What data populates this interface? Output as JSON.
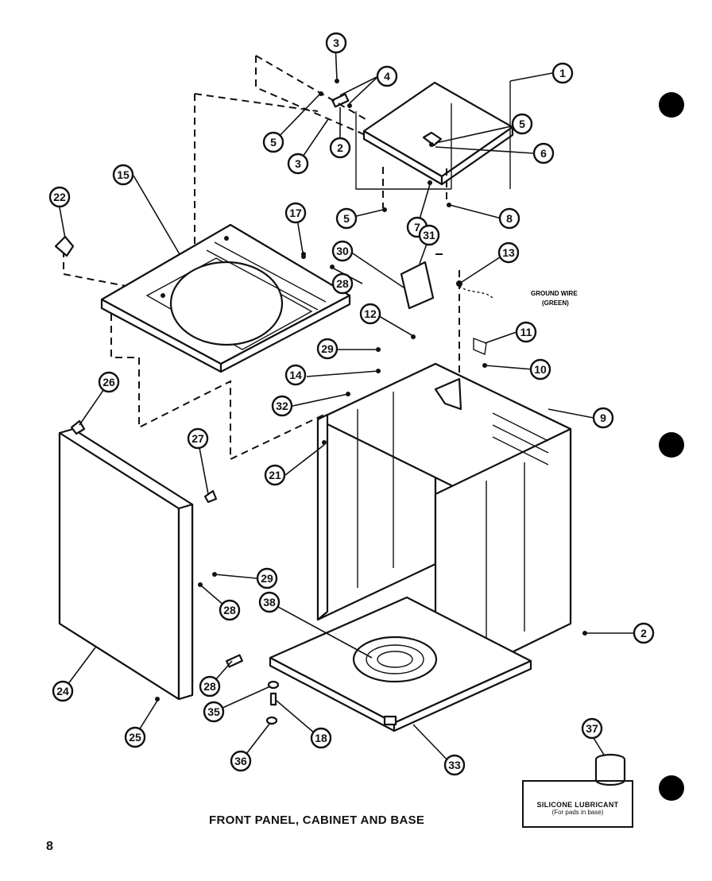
{
  "caption": "FRONT PANEL, CABINET AND BASE",
  "page_number": "8",
  "ground_wire_label": "GROUND WIRE",
  "ground_wire_color": "(GREEN)",
  "lubricant_label": "SILICONE LUBRICANT",
  "lubricant_note": "(For pads in base)",
  "callouts": [
    {
      "n": "1"
    },
    {
      "n": "2"
    },
    {
      "n": "2"
    },
    {
      "n": "3"
    },
    {
      "n": "3"
    },
    {
      "n": "4"
    },
    {
      "n": "5"
    },
    {
      "n": "5"
    },
    {
      "n": "5"
    },
    {
      "n": "6"
    },
    {
      "n": "7"
    },
    {
      "n": "8"
    },
    {
      "n": "9"
    },
    {
      "n": "10"
    },
    {
      "n": "11"
    },
    {
      "n": "12"
    },
    {
      "n": "13"
    },
    {
      "n": "14"
    },
    {
      "n": "15"
    },
    {
      "n": "17"
    },
    {
      "n": "18"
    },
    {
      "n": "21"
    },
    {
      "n": "22"
    },
    {
      "n": "24"
    },
    {
      "n": "25"
    },
    {
      "n": "26"
    },
    {
      "n": "27"
    },
    {
      "n": "28"
    },
    {
      "n": "28"
    },
    {
      "n": "28"
    },
    {
      "n": "29"
    },
    {
      "n": "29"
    },
    {
      "n": "30"
    },
    {
      "n": "31"
    },
    {
      "n": "32"
    },
    {
      "n": "33"
    },
    {
      "n": "35"
    },
    {
      "n": "36"
    },
    {
      "n": "37"
    },
    {
      "n": "38"
    }
  ]
}
